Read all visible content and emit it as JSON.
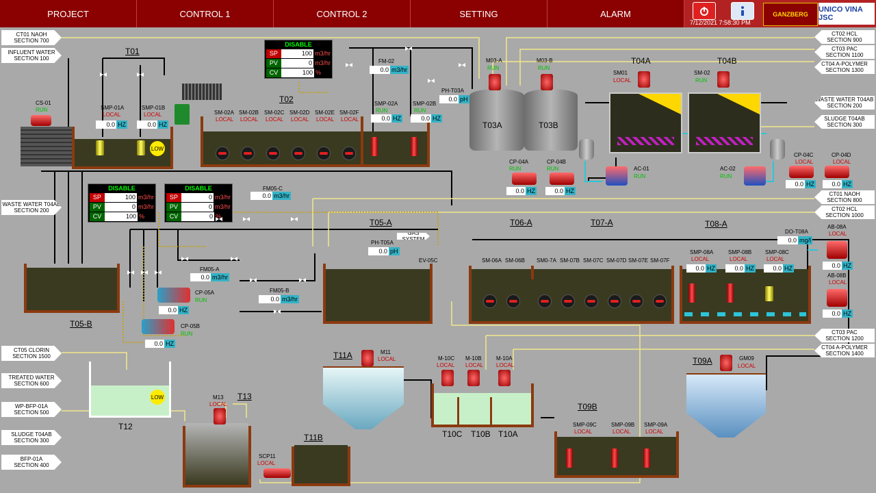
{
  "nav": [
    "PROJECT",
    "CONTROL 1",
    "CONTROL 2",
    "SETTING",
    "ALARM"
  ],
  "header": {
    "datetime": "7/12/2021  7:58:30 PM",
    "brand1": "GANZBERG",
    "brand2": "UNICO VINA JSC",
    "power_icon": "power-icon",
    "info_icon": "info-icon"
  },
  "tags_left": [
    {
      "l1": "CT01 NAOH",
      "l2": "SECTION 700"
    },
    {
      "l1": "INFLUENT WATER",
      "l2": "SECTION 100"
    },
    {
      "l1": "WASTE WATER T04AB",
      "l2": "SECTION 200"
    },
    {
      "l1": "CT05 CLORIN",
      "l2": "SECTION 1500"
    },
    {
      "l1": "TREATED WATER",
      "l2": "SECTION 600"
    },
    {
      "l1": "WP-BFP-01A",
      "l2": "SECTION 500"
    },
    {
      "l1": "SLUDGE T04AB",
      "l2": "SECTION 300"
    },
    {
      "l1": "BFP-01A",
      "l2": "SECTION 400"
    }
  ],
  "tags_right": [
    {
      "l1": "CT02 HCL",
      "l2": "SECTION 900"
    },
    {
      "l1": "CT03 PAC",
      "l2": "SECTION 1100"
    },
    {
      "l1": "CT04 A-POLYMER",
      "l2": "SECTION 1300"
    },
    {
      "l1": "WASTE WATER T04AB",
      "l2": "SECTION 200"
    },
    {
      "l1": "SLUDGE T04AB",
      "l2": "SECTION 300"
    },
    {
      "l1": "CT01 NAOH",
      "l2": "SECTION 800"
    },
    {
      "l1": "CT02 HCL",
      "l2": "SECTION 1000"
    },
    {
      "l1": "CT03 PAC",
      "l2": "SECTION 1200"
    },
    {
      "l1": "CT04 A-POLYMER",
      "l2": "SECTION 1400"
    }
  ],
  "tanks": {
    "t01": "T01",
    "t02": "T02",
    "t03a": "T03A",
    "t03b": "T03B",
    "t04a": "T04A",
    "t04b": "T04B",
    "t05a": "T05-A",
    "t05b": "T05-B",
    "t06a": "T06-A",
    "t07a": "T07-A",
    "t08a": "T08-A",
    "t09a": "T09A",
    "t09b": "T09B",
    "t10a": "T10A",
    "t10b": "T10B",
    "t10c": "T10C",
    "t11a": "T11A",
    "t11b": "T11B",
    "t12": "T12",
    "t13": "T13"
  },
  "panels": [
    {
      "status": "DISABLE",
      "sp": "100",
      "pv": "0",
      "cv": "100",
      "sp_unit": "m3/hr",
      "pv_unit": "m3/hr",
      "cv_unit": "%"
    },
    {
      "status": "DISABLE",
      "sp": "100",
      "pv": "0",
      "cv": "100",
      "sp_unit": "m3/hr",
      "pv_unit": "m3/hr",
      "cv_unit": "%"
    },
    {
      "status": "DISABLE",
      "sp": "0",
      "pv": "0",
      "cv": "0",
      "sp_unit": "m3/hr",
      "pv_unit": "m3/hr",
      "cv_unit": "%"
    }
  ],
  "panel_keys": {
    "sp": "SP",
    "pv": "PV",
    "cv": "CV"
  },
  "equip": {
    "cs01": "CS-01",
    "smp01a": "SMP-01A",
    "smp01b": "SMP-01B",
    "local": "LOCAL",
    "low": "LOW",
    "zero": "0.0",
    "hz": "HZ",
    "sm02a": "SM-02A",
    "sm02b": "SM-02B",
    "sm02c": "SM-02C",
    "sm02d": "SM-02D",
    "sm02e": "SM-02E",
    "sm02f": "SM-02F",
    "smp02a": "SMP-02A",
    "smp02b": "SMP-02B",
    "fm02": "FM-02",
    "m3hr": "m3/hr",
    "pht03a": "PH-T03A",
    "ph": "pH",
    "m03a": "M03-A",
    "m03b": "M03-B",
    "sm01": "SM01",
    "sm02": "SM-02",
    "cp04a": "CP-04A",
    "cp04b": "CP-04B",
    "ac01": "AC-01",
    "ac02": "AC-02",
    "cp04c": "CP-04C",
    "cp04d": "CP-04D",
    "fm05c": "FM05-C",
    "fm05a": "FM05-A",
    "fm05b": "FM05-B",
    "cp05a": "CP-05A",
    "cp05b": "CP-05B",
    "pht05a": "PH-T05A",
    "gas": "GAS SYSTEM",
    "ev05c": "EV-05C",
    "dot08a": "DO-T08A",
    "mgl": "mg/l",
    "ab08a": "AB-08A",
    "ab08b": "AB-08B",
    "sm06a": "SM-06A",
    "sm06b": "SM-06B",
    "sm07a": "SM0-7A",
    "sm07b": "SM-07B",
    "sm07c": "SM-07C",
    "sm07d": "SM-07D",
    "sm07e": "SM-07E",
    "sm07f": "SM-07F",
    "smp08a": "SMP-08A",
    "smp08b": "SMP-08B",
    "smp08c": "SMP-08C",
    "m11": "M11",
    "m10c": "M-10C",
    "m10b": "M-10B",
    "m10a": "M-10A",
    "gm09": "GM09",
    "smp09c": "SMP-09C",
    "smp09b": "SMP-09B",
    "smp09a": "SMP-09A",
    "m13": "M13",
    "scp11": "SCP11",
    "run": "RUN"
  }
}
